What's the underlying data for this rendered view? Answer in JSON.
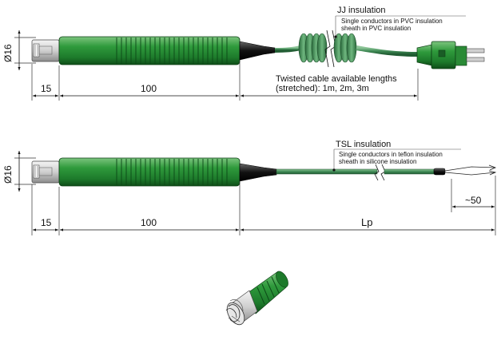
{
  "probe_top": {
    "diameter_label": "Ø16",
    "tip_length_label": "15",
    "handle_length_label": "100",
    "insulation_title": "JJ insulation",
    "insulation_line1": "Single conductors in PVC insulation",
    "insulation_line2": "sheath in PVC insulation",
    "cable_note_line1": "Twisted cable available lengths",
    "cable_note_line2": "(stretched): 1m, 2m, 3m"
  },
  "probe_bottom": {
    "diameter_label": "Ø16",
    "tip_length_label": "15",
    "handle_length_label": "100",
    "cable_length_label": "Lp",
    "wire_end_label": "~50",
    "insulation_title": "TSL insulation",
    "insulation_line1": "Single conductors in teflon insulation",
    "insulation_line2": "sheath in silicone insulation"
  },
  "colors": {
    "handle_green": "#2e8b3a",
    "cable_green": "#3f8a55",
    "tip_grey": "#d8d8d8",
    "line": "#222222"
  }
}
